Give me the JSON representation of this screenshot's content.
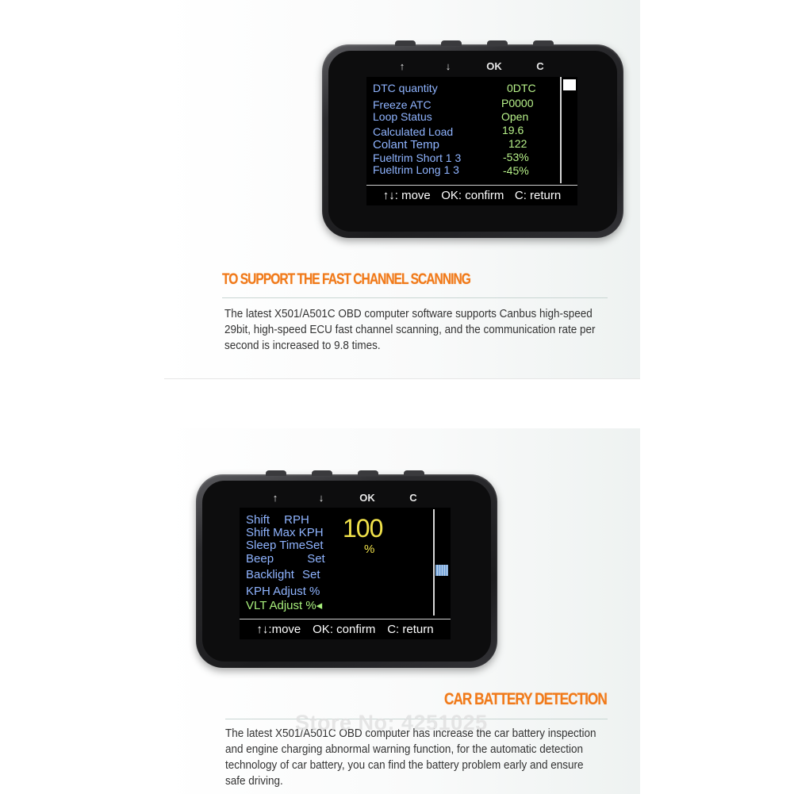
{
  "device_buttons": [
    "↑",
    "↓",
    "OK",
    "C"
  ],
  "screen1": {
    "rows": [
      {
        "label": "DTC quantity",
        "value": "0DTC"
      },
      {
        "label": "Freeze ATC",
        "value": "P0000"
      },
      {
        "label": "Loop Status",
        "value": "Open"
      },
      {
        "label": "Calculated Load",
        "value": "19.6"
      },
      {
        "label": "Colant Temp",
        "value": "122"
      },
      {
        "label": "Fueltrim Short 1 3",
        "value": "-53%"
      },
      {
        "label": "Fueltrim Long 1 3",
        "value": "-45%"
      }
    ],
    "footer": {
      "move": "↑↓: move",
      "confirm": "OK: confirm",
      "return": "C: return"
    }
  },
  "section1": {
    "heading": "TO SUPPORT THE FAST CHANNEL SCANNING",
    "text": "The latest X501/A501C OBD computer software supports Canbus high-speed 29bit, high-speed ECU fast channel scanning, and the communication rate per second is increased to 9.8 times."
  },
  "screen2": {
    "menu": [
      {
        "label": "Shift RPH"
      },
      {
        "label": "Shift Max KPH"
      },
      {
        "label": "Sleep TimeSet"
      },
      {
        "label": "Beep Set"
      },
      {
        "label": "Backlight Set"
      },
      {
        "label": "KPH Adjust %"
      },
      {
        "label": "VLT Adjust %◂",
        "selected": true
      }
    ],
    "big_value": "100",
    "big_unit": "%",
    "footer": {
      "move": "↑↓:move",
      "confirm": "OK: confirm",
      "return": "C: return"
    }
  },
  "section2": {
    "heading": "CAR BATTERY DETECTION",
    "text": "The latest X501/A501C OBD computer has increase the car battery inspection and engine charging abnormal warning function, for the automatic detection technology of car battery, you can find the battery problem early and ensure safe driving."
  },
  "watermark": "Store No: 4251025",
  "colors": {
    "heading": "#f07a1a",
    "screen_label": "#8fb4ff",
    "screen_value": "#b8f28a",
    "big_value": "#f1e24a"
  }
}
